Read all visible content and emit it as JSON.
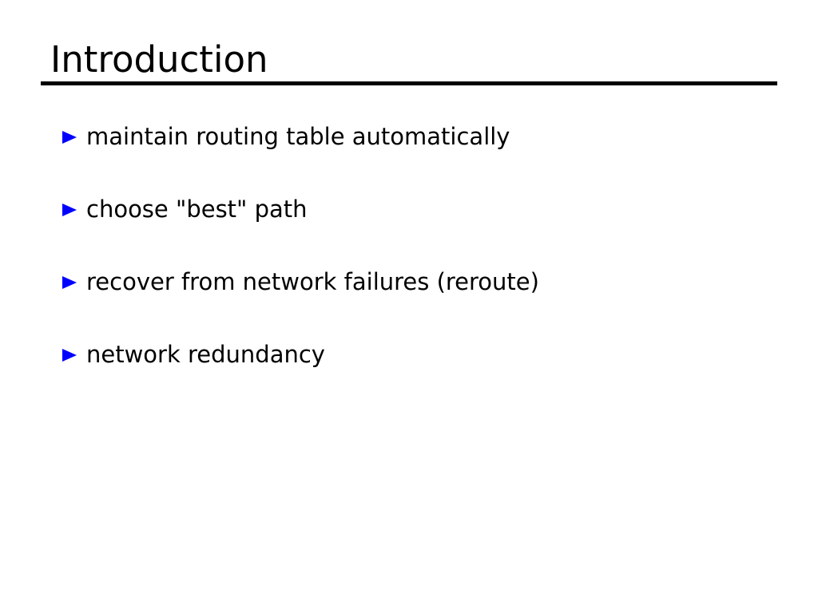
{
  "slide": {
    "title": "Introduction",
    "title_color": "#000000",
    "background_color": "#ffffff",
    "rule_color": "#000000",
    "bullet_color": "#0000ff",
    "bullet_icon": "triangle-right-icon",
    "bullets": [
      {
        "text": "maintain routing table automatically"
      },
      {
        "text": "choose \"best\" path"
      },
      {
        "text": "recover from network failures (reroute)"
      },
      {
        "text": "network redundancy"
      }
    ]
  }
}
